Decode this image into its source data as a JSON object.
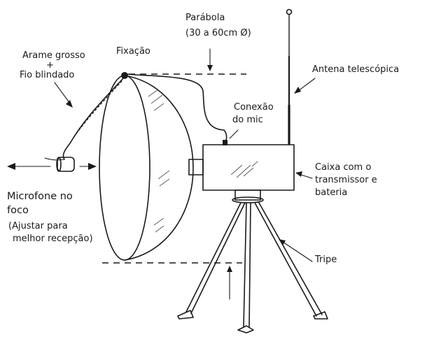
{
  "labels": {
    "parabola_title": "Parábola",
    "parabola_size": "(30 a 60cm Ø)",
    "fixacao": "Fixação",
    "arame_line1": "Arame grosso",
    "arame_plus": "+",
    "arame_line2": "Fio blindado",
    "antena": "Antena telescópica",
    "conexao_line1": "Conexão",
    "conexao_line2": "do mic",
    "caixa_line1": "Caixa com o",
    "caixa_line2": "transmissor e",
    "caixa_line3": "bateria",
    "microfone_line1": "Microfone no",
    "microfone_line2": "foco",
    "ajustar_line1": "(Ajustar para",
    "ajustar_line2": "melhor recepção)",
    "tripe": "Tripe"
  },
  "colors": {
    "ink": "#1a1a1a",
    "paper": "#ffffff"
  }
}
